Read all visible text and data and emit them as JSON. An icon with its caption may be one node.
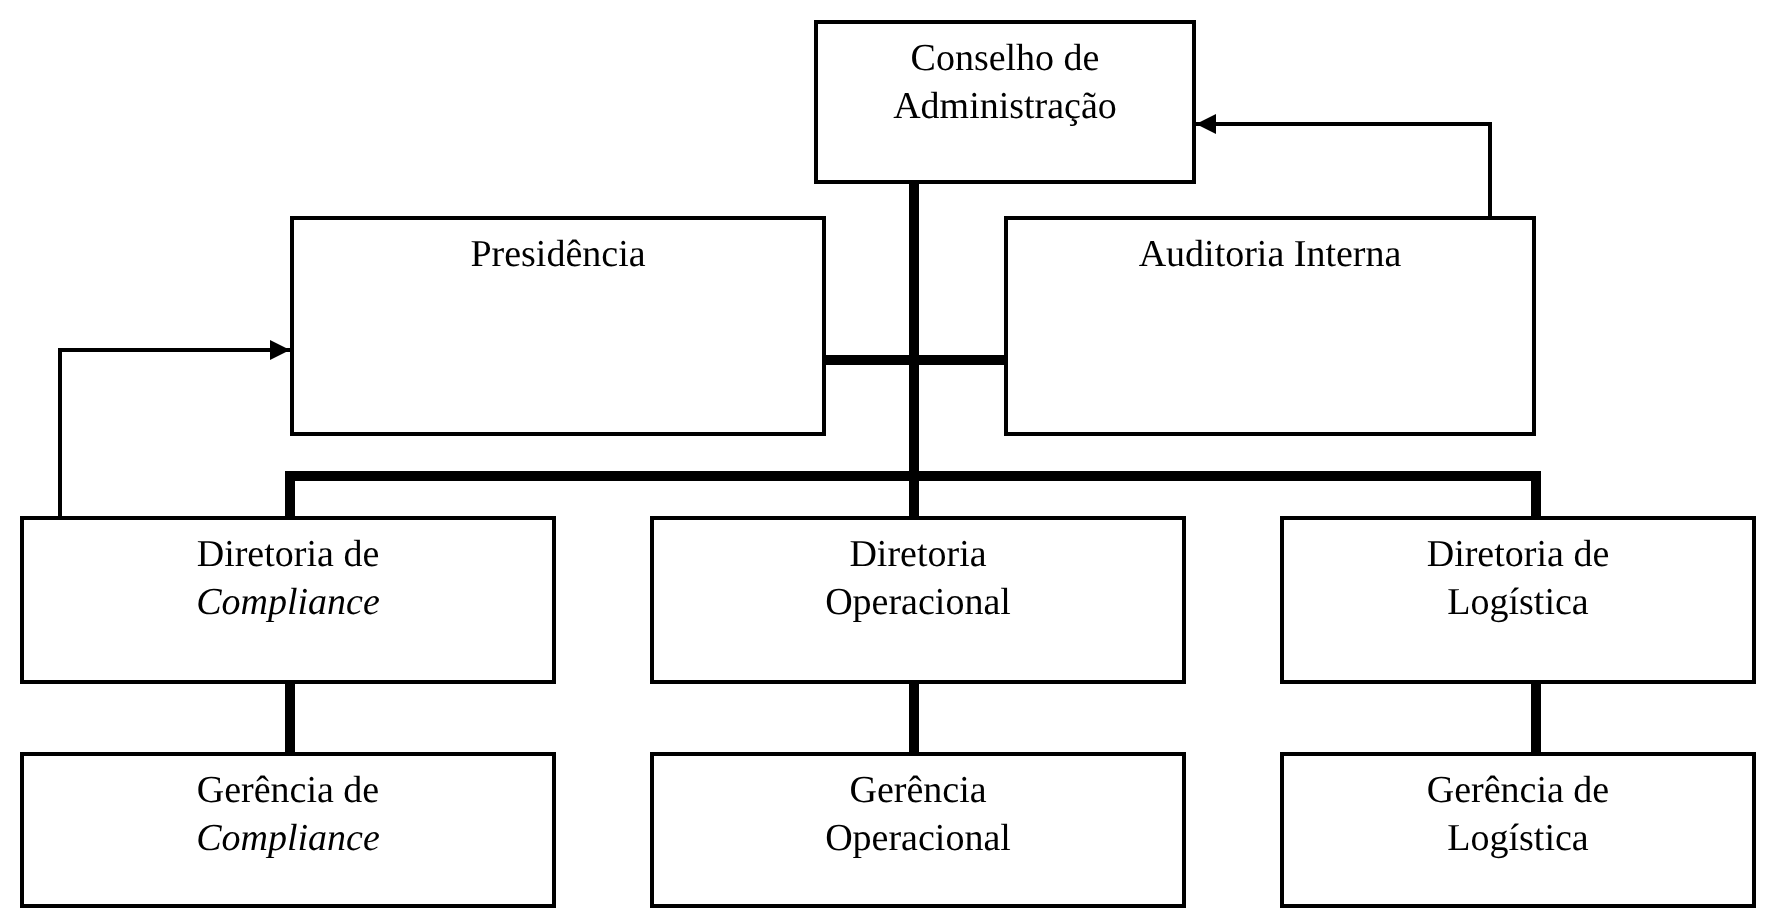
{
  "diagram": {
    "nodes": [
      {
        "text": [
          "Conselho de Administração"
        ]
      },
      {
        "text": [
          "Presidência"
        ]
      },
      {
        "text": [
          "Auditoria Interna"
        ]
      },
      {
        "text": [
          "Diretoria de *Compliance*"
        ]
      },
      {
        "text": [
          "Diretoria Operacional"
        ]
      },
      {
        "text": [
          "Diretoria de Logística"
        ]
      },
      {
        "text": [
          "Gerência de *Compliance*"
        ]
      },
      {
        "text": [
          "Gerência Operacional"
        ]
      },
      {
        "text": [
          "Gerência de Logística"
        ]
      }
    ],
    "edges": [
      {
        "from": 0,
        "to": 1,
        "arrow": "none"
      },
      {
        "from": 0,
        "to": 2,
        "arrow": "none"
      },
      {
        "from": 0,
        "to": 3,
        "arrow": "none"
      },
      {
        "from": 0,
        "to": 4,
        "arrow": "none"
      },
      {
        "from": 0,
        "to": 5,
        "arrow": "none"
      },
      {
        "from": 3,
        "to": 6,
        "arrow": "none"
      },
      {
        "from": 4,
        "to": 7,
        "arrow": "none"
      },
      {
        "from": 5,
        "to": 8,
        "arrow": "none"
      },
      {
        "from": 2,
        "to": 0,
        "arrow": "to"
      },
      {
        "from": 3,
        "to": 1,
        "arrow": "to"
      }
    ]
  }
}
